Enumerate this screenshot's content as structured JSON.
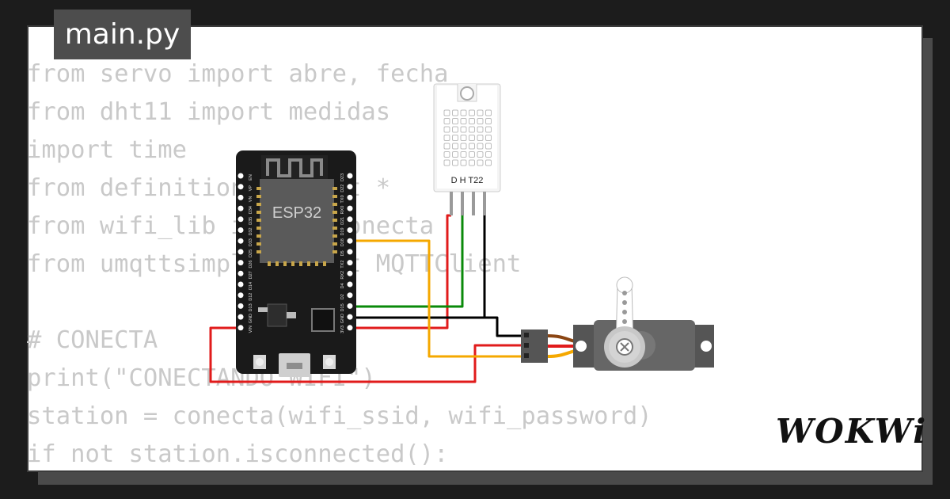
{
  "tab": {
    "filename": "main.py"
  },
  "code_lines": [
    "from servo import abre, fecha",
    "from dht11 import medidas",
    "import time",
    "from definitions import *",
    "from wifi_lib import conecta",
    "from umqttsimple import MQTTClient",
    "",
    "# CONECTA",
    "print(\"CONECTANDO WIFI\")",
    "station = conecta(wifi_ssid, wifi_password)",
    "if not station.isconnected():"
  ],
  "esp32": {
    "label": "ESP32",
    "left_pins": [
      "EN",
      "VP",
      "VN",
      "D34",
      "D35",
      "D32",
      "D33",
      "D25",
      "D26",
      "D27",
      "D14",
      "D12",
      "D13",
      "GND",
      "VIN"
    ],
    "right_pins": [
      "D23",
      "D22",
      "TX0",
      "RX0",
      "D21",
      "D19",
      "D18",
      "D5",
      "TX2",
      "RX2",
      "D4",
      "D2",
      "D15",
      "GND",
      "3V3"
    ]
  },
  "dht": {
    "label": "D H T22"
  },
  "brand": {
    "name": "WOKWi"
  },
  "colors": {
    "wire_red": "#e11b1b",
    "wire_black": "#000000",
    "wire_green": "#0a8a0a",
    "wire_orange": "#f5a800",
    "servo_body": "#666666",
    "board": "#1a1a1a"
  }
}
